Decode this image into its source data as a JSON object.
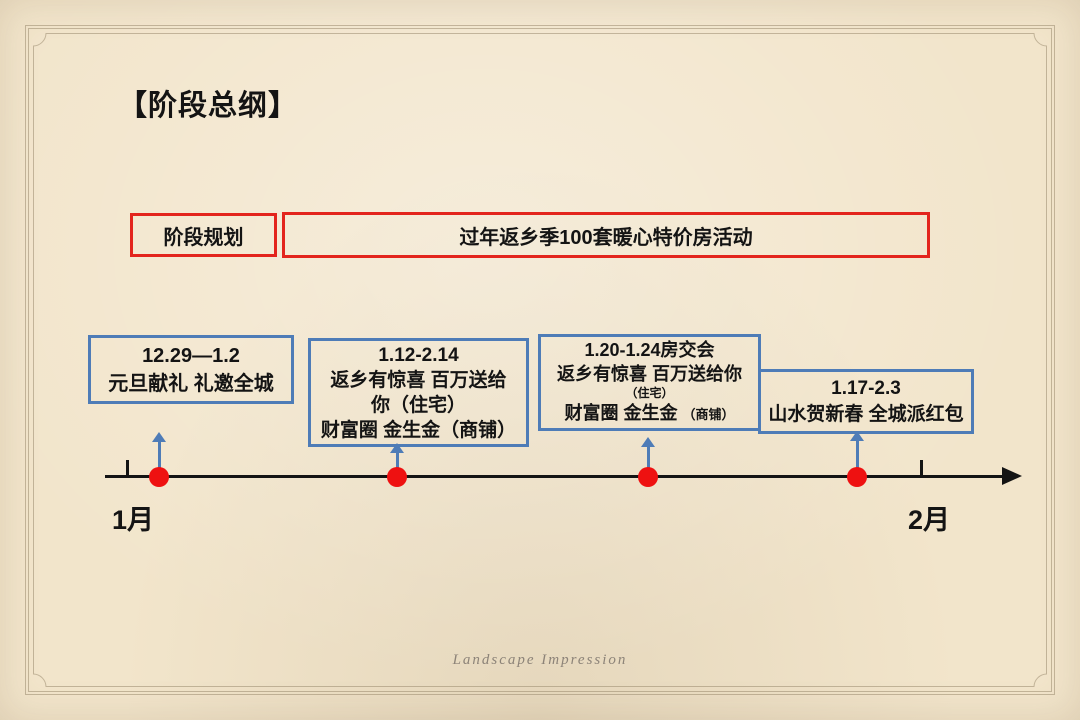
{
  "title": "【阶段总纲】",
  "plan": {
    "label": "阶段规划",
    "campaign": "过年返乡季100套暖心特价房活动"
  },
  "events": [
    {
      "date": "12.29—1.2",
      "line2": "元旦献礼 礼邀全城"
    },
    {
      "date": "1.12-2.14",
      "line2": "返乡有惊喜 百万送给",
      "line3": "你（住宅）",
      "line4": "财富圈 金生金（商铺）"
    },
    {
      "date": "1.20-1.24房交会",
      "line2": "返乡有惊喜 百万送给你",
      "line3": "（住宅）",
      "line4": "财富圈 金生金",
      "line5": "（商铺）"
    },
    {
      "date": "1.17-2.3",
      "line2": "山水贺新春 全城派红包"
    }
  ],
  "timeline": {
    "start": "1月",
    "end": "2月"
  },
  "watermark": "Landscape Impression",
  "colors": {
    "background": "#f2e5cb",
    "red_border": "#e3251d",
    "blue_border": "#4e7cb7",
    "dot_red": "#ee1111",
    "text": "#141414",
    "frame_line": "#9b8b6f"
  }
}
